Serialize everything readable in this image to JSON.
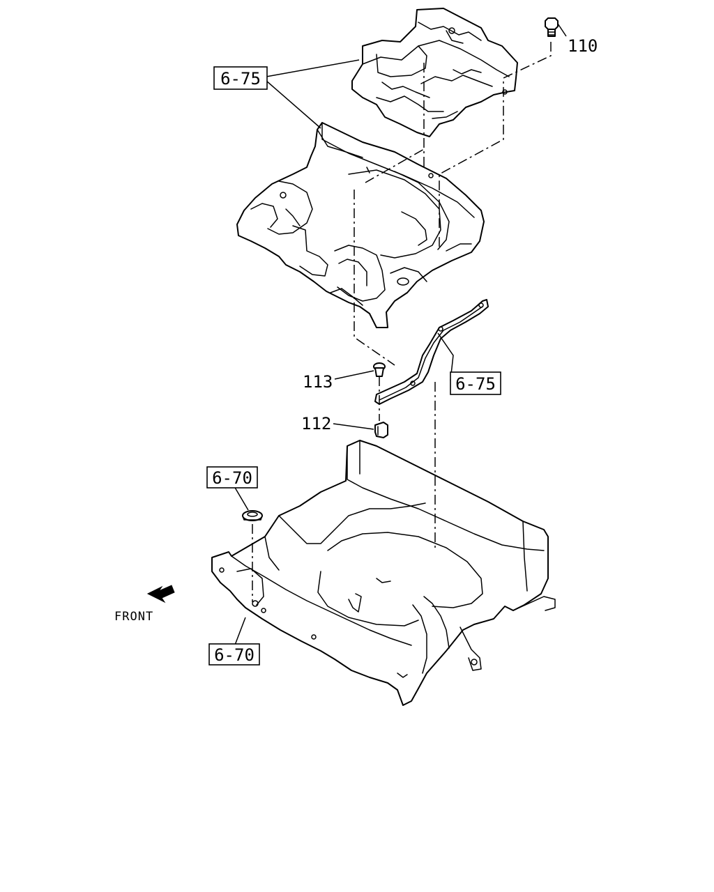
{
  "callouts": {
    "ref_upper": "6-75",
    "ref_strip": "6-75",
    "ref_grommet": "6-70",
    "ref_lower": "6-70",
    "part_110": "110",
    "part_113": "113",
    "part_112": "112"
  },
  "orientation": {
    "front_label": "FRONT",
    "arrow_icon": "front-arrow-icon"
  }
}
